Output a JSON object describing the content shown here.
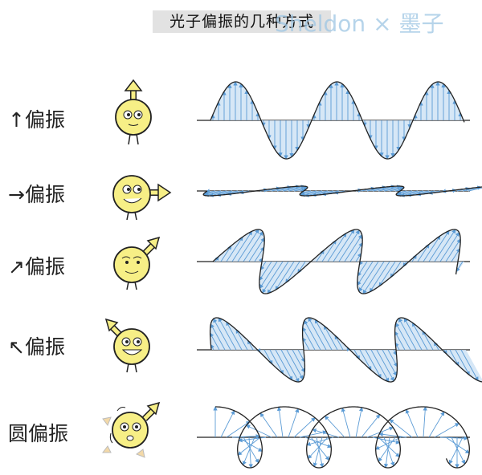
{
  "title": "光子偏振的几种方式",
  "watermark": "Sheldon × 墨子",
  "rows": [
    {
      "label": "↑偏振"
    },
    {
      "label": "→偏振"
    },
    {
      "label": "↗偏振"
    },
    {
      "label": "↖偏振"
    },
    {
      "label": "圆偏振"
    }
  ],
  "colors": {
    "fill": "#cfe3f5",
    "arrow": "#5b9bd5",
    "line": "#222222",
    "face": "#f7ef86",
    "title_bg": "#e2e2e2"
  }
}
